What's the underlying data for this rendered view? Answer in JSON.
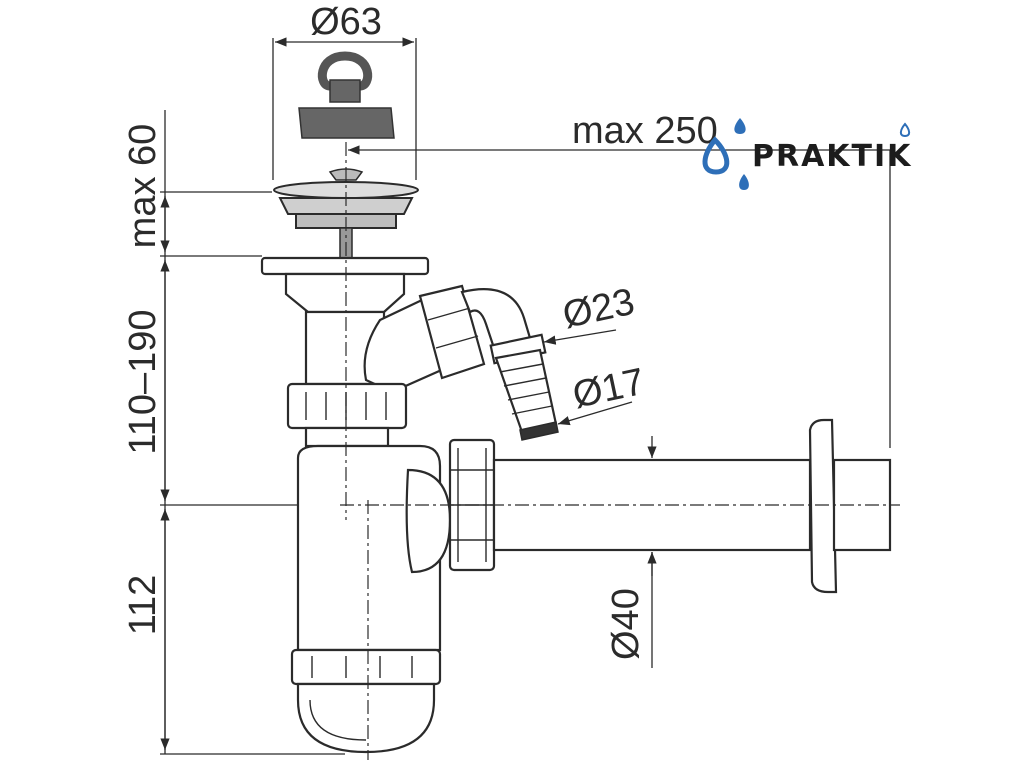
{
  "brand": {
    "name": "PRAKTIK",
    "drop_color": "#2e6fb8"
  },
  "dimensions": {
    "top_diameter": "Ø63",
    "max_reach": "max 250",
    "outlet_diameter": "Ø23",
    "hose_diameter": "Ø17",
    "vertical_top": "max 60",
    "vertical_mid": "110–190",
    "vertical_bottom": "112",
    "pipe_diameter": "Ø40"
  },
  "colors": {
    "line": "#2b2b2b",
    "stopper": "#555555",
    "metal": "#bdbdbd"
  }
}
